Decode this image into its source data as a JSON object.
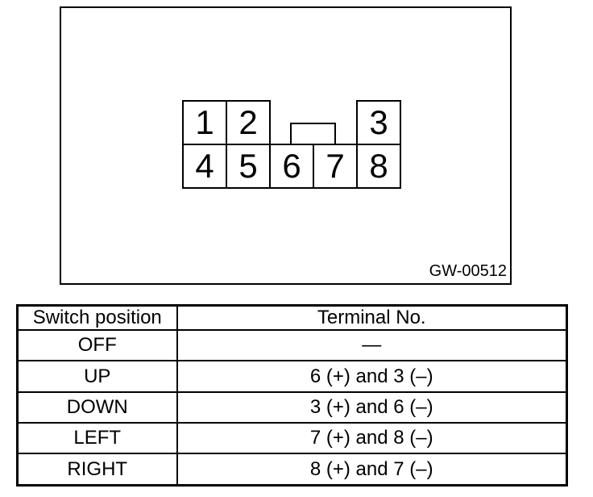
{
  "colors": {
    "ink": "#000000",
    "background": "#ffffff"
  },
  "figure": {
    "id_label": "GW-00512",
    "connector": {
      "top_row": [
        "1",
        "2",
        "3"
      ],
      "bottom_row": [
        "4",
        "5",
        "6",
        "7",
        "8"
      ]
    }
  },
  "table": {
    "headers": [
      "Switch position",
      "Terminal No."
    ],
    "rows": [
      {
        "position": "OFF",
        "terminals": "—"
      },
      {
        "position": "UP",
        "terminals": "6 (+) and 3 (–)"
      },
      {
        "position": "DOWN",
        "terminals": "3 (+) and 6 (–)"
      },
      {
        "position": "LEFT",
        "terminals": "7 (+) and 8 (–)"
      },
      {
        "position": "RIGHT",
        "terminals": "8 (+) and 7 (–)"
      }
    ]
  }
}
